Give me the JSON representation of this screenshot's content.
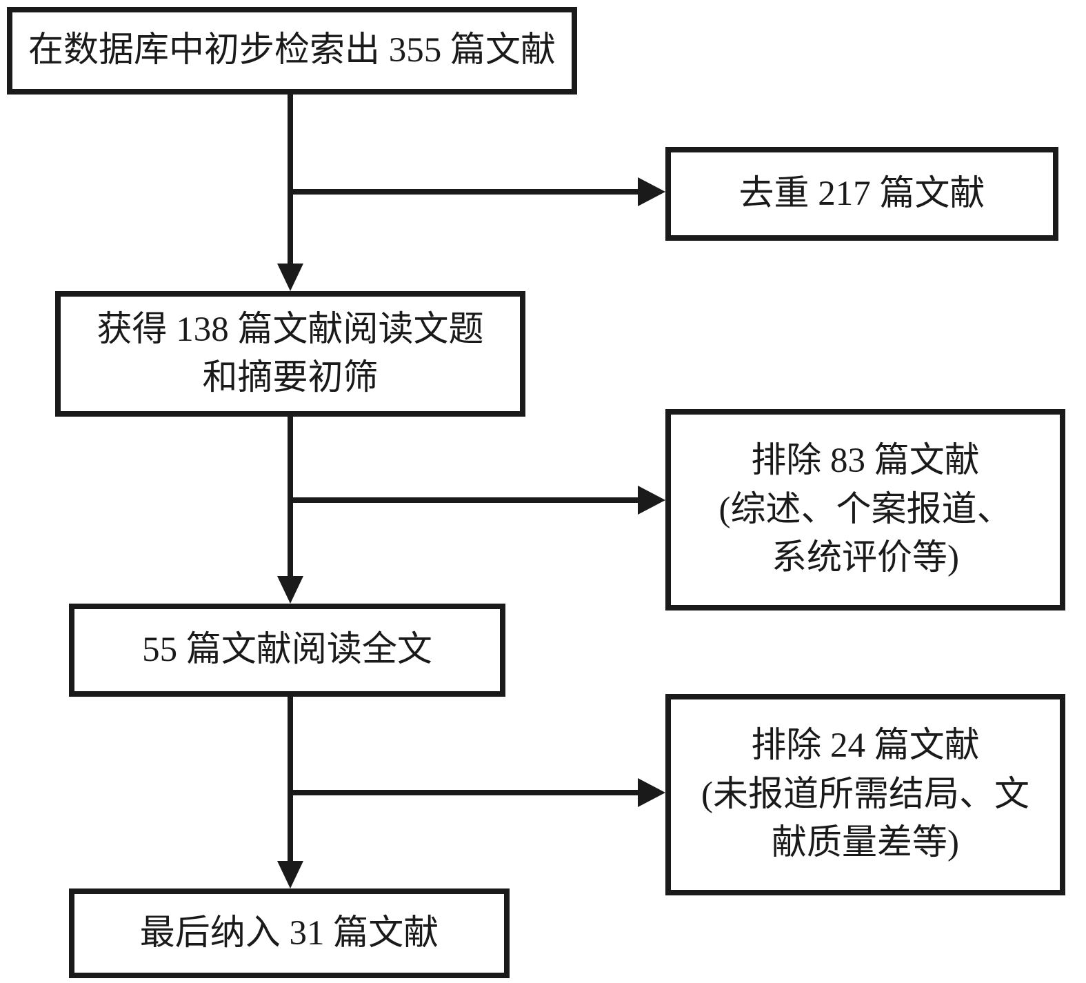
{
  "flowchart": {
    "colors": {
      "line": "#1a1a1a",
      "background": "#ffffff",
      "text": "#1a1a1a"
    },
    "nodes": {
      "initial": {
        "lines": [
          "在数据库中初步检索出 355 篇文献"
        ]
      },
      "dedup": {
        "lines": [
          "去重 217 篇文献"
        ]
      },
      "screen": {
        "lines": [
          "获得 138 篇文献阅读文题",
          "和摘要初筛"
        ]
      },
      "exclude1": {
        "lines": [
          "排除 83 篇文献",
          "(综述、个案报道、",
          "系统评价等)"
        ]
      },
      "fulltext": {
        "lines": [
          "55 篇文献阅读全文"
        ]
      },
      "exclude2": {
        "lines": [
          "排除 24 篇文献",
          "(未报道所需结局、文",
          "献质量差等)"
        ]
      },
      "final": {
        "lines": [
          "最后纳入 31 篇文献"
        ]
      }
    }
  }
}
